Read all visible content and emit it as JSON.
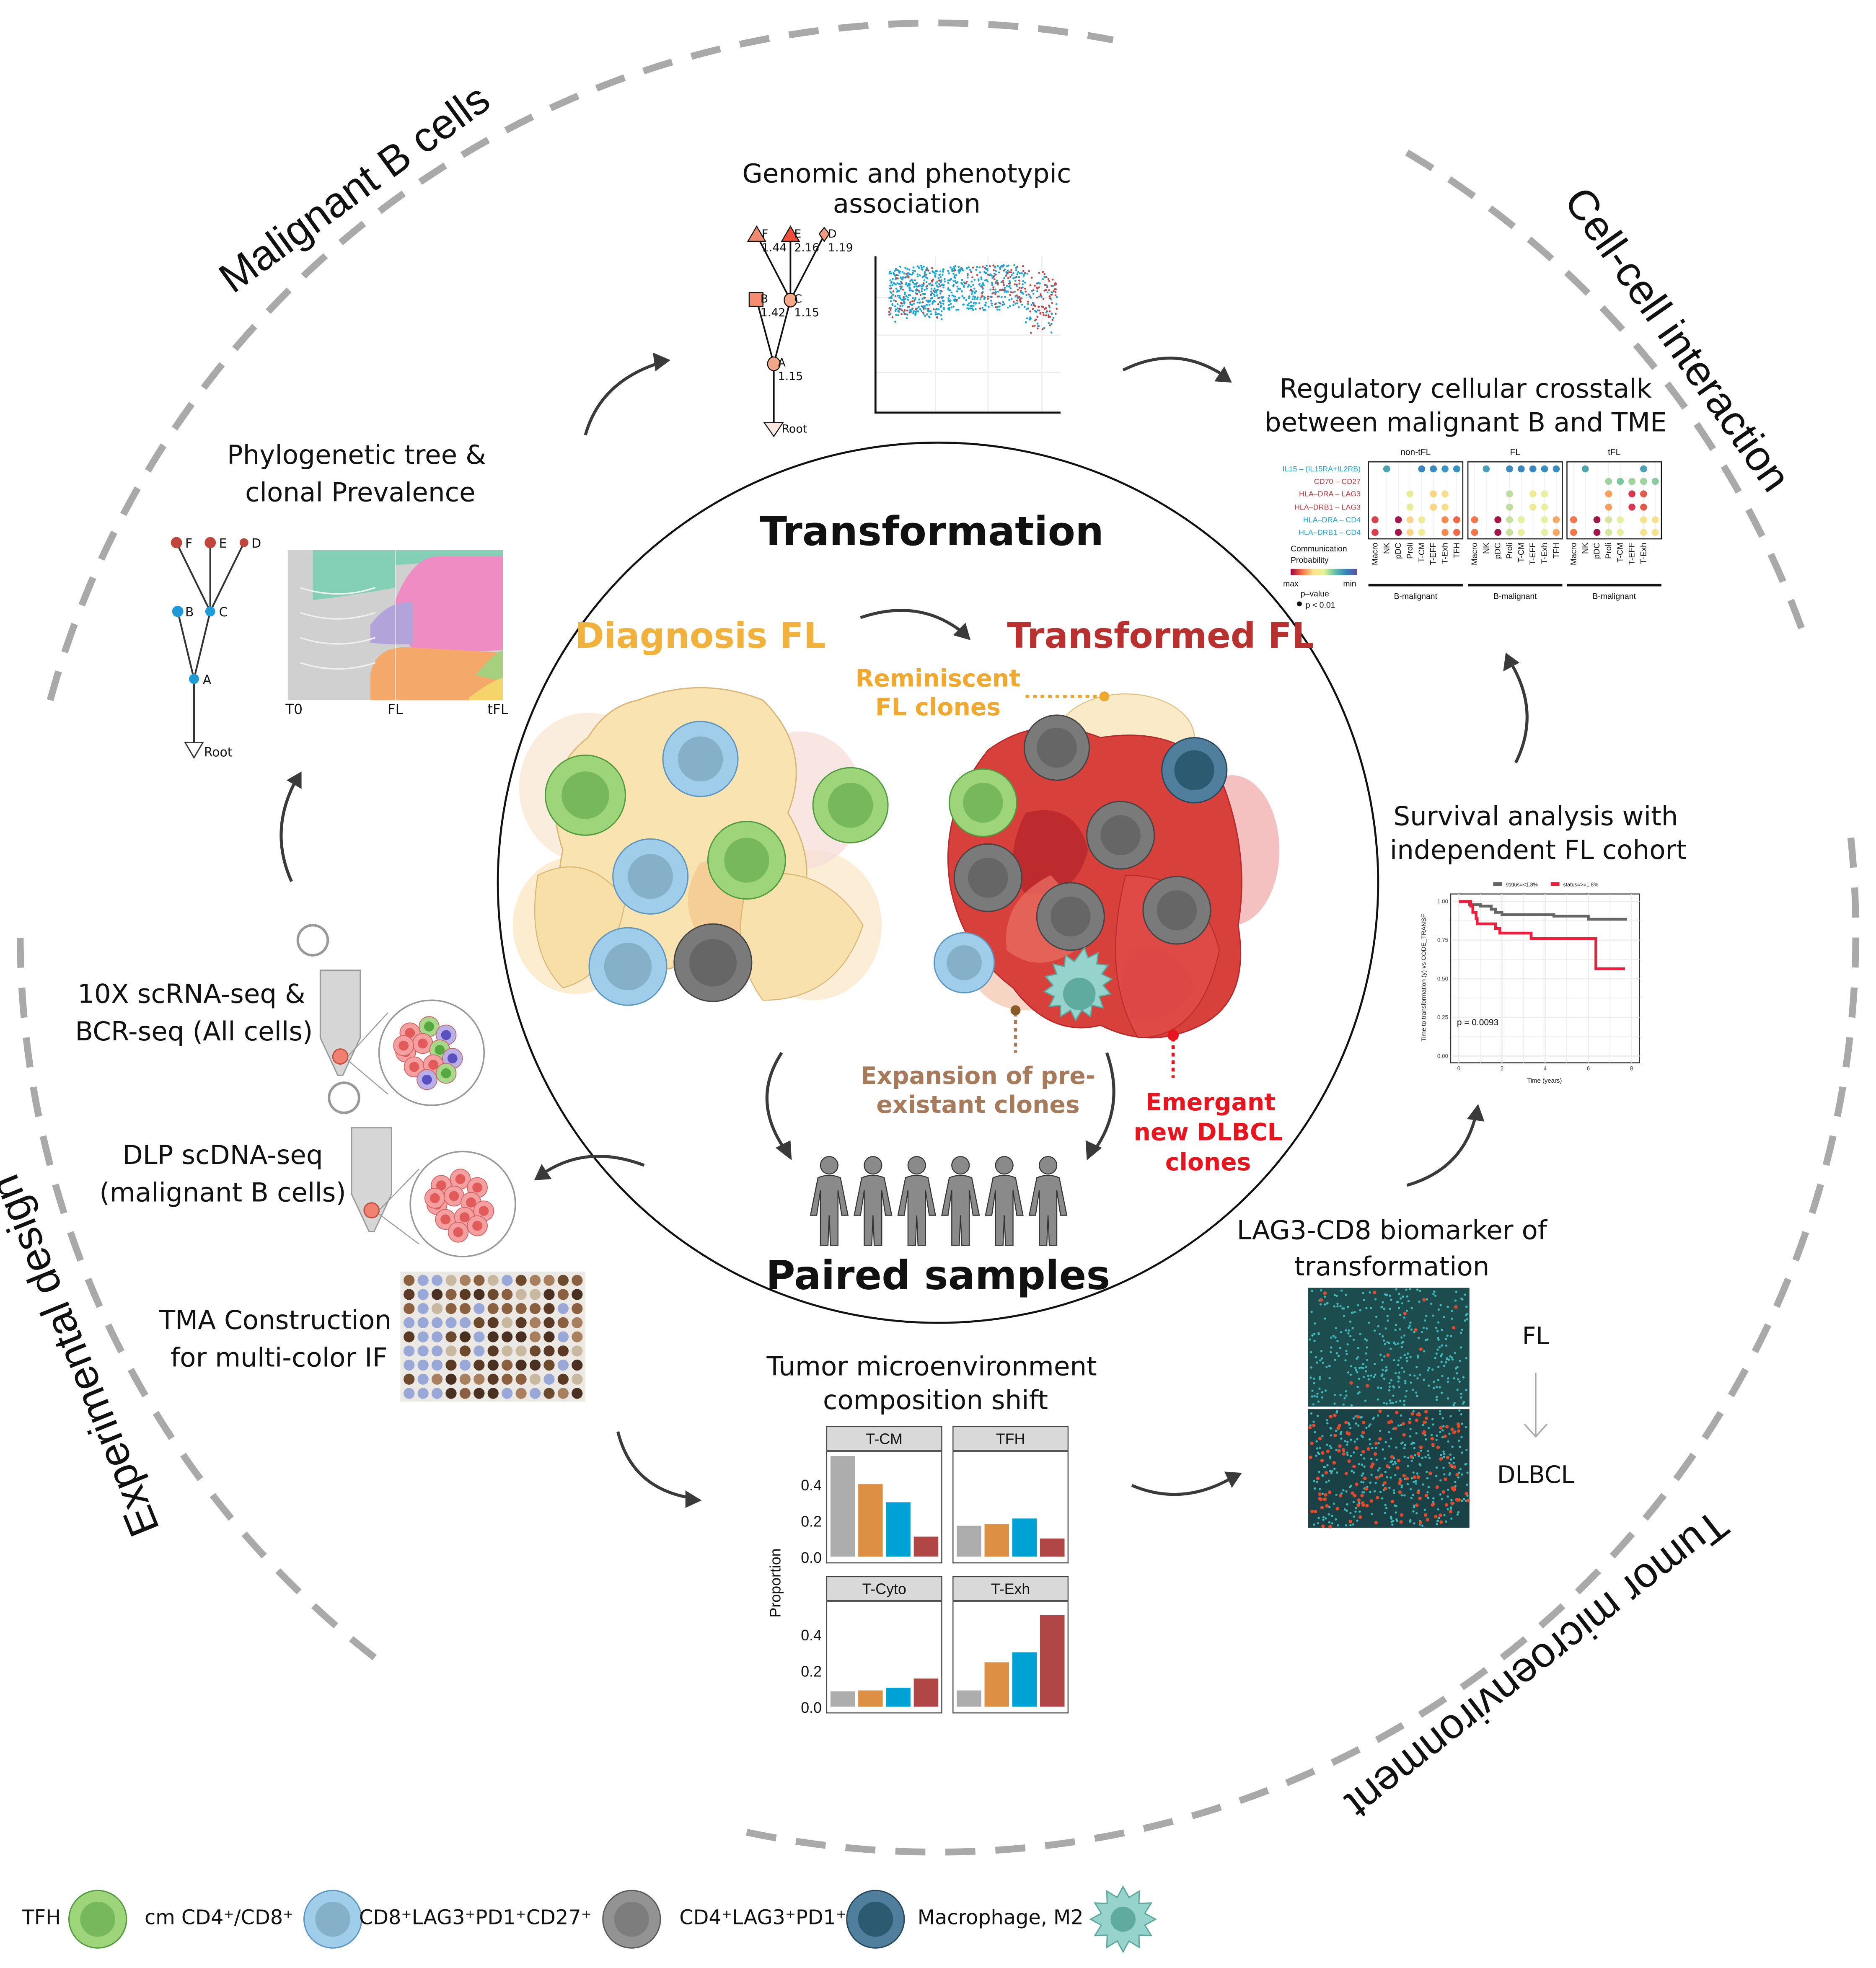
{
  "colors": {
    "diagnosis": "#f0b23c",
    "transformed": "#b8312f",
    "reminiscent": "#f0a92e",
    "expansion": "#a87a5c",
    "emergant": "#e8141e",
    "ring": "#a9a9a9"
  },
  "sections": {
    "malignant": "Malignant B cells",
    "cellcell": "Cell-cell interaction",
    "experimental": "Experimental design",
    "tme": "Tumor microenvironment"
  },
  "center": {
    "title": "Transformation",
    "diagnosis": "Diagnosis FL",
    "transformed": "Transformed FL",
    "reminiscent": [
      "Reminiscent",
      "FL clones"
    ],
    "expansion": [
      "Expansion of pre-",
      "existant clones"
    ],
    "emergant": [
      "Emergant",
      "new DLBCL",
      "clones"
    ],
    "paired": "Paired samples"
  },
  "phylo": {
    "title": [
      "Phylogenetic tree &",
      "clonal Prevalence"
    ],
    "nodes": [
      "F",
      "E",
      "D",
      "B",
      "C",
      "A",
      "Root"
    ],
    "timepoints": [
      "T0",
      "FL",
      "tFL"
    ]
  },
  "genomic": {
    "title": [
      "Genomic and phenotypic",
      "association"
    ],
    "nodes": [
      {
        "id": "F",
        "value": "1.44"
      },
      {
        "id": "E",
        "value": "2.16"
      },
      {
        "id": "D",
        "value": "1.19"
      },
      {
        "id": "B",
        "value": "1.42"
      },
      {
        "id": "C",
        "value": "1.15"
      },
      {
        "id": "A",
        "value": "1.15"
      },
      {
        "id": "Root",
        "value": ""
      }
    ]
  },
  "crosstalk": {
    "title": [
      "Regulatory cellular crosstalk",
      "between malignant B and TME"
    ],
    "panels": [
      {
        "name": "non-tFL",
        "group": "B-malignant",
        "columns": [
          "Macro",
          "NK",
          "pDC",
          "Proli",
          "T-CM",
          "T-EFF",
          "T-Exh",
          "TFH"
        ],
        "dots": [
          [
            null,
            "#4aa3b0",
            null,
            null,
            "#3a85c0",
            "#3a8cc0",
            "#3a96c0",
            "#3a90c0"
          ],
          [
            null,
            null,
            null,
            null,
            null,
            null,
            null,
            null
          ],
          [
            null,
            null,
            null,
            "#e8ec98",
            null,
            "#fdd582",
            "#f8e08a",
            null
          ],
          [
            null,
            null,
            null,
            "#e8ec98",
            null,
            "#fdd582",
            "#f8e08a",
            null
          ],
          [
            "#d8404e",
            null,
            "#a0174a",
            "#fdd58a",
            "#f0eb96",
            null,
            "#f58a50",
            "#f26a48"
          ],
          [
            "#d8404e",
            null,
            "#a0174a",
            "#fdd58a",
            "#f0eb96",
            null,
            "#f58a50",
            "#f26a48"
          ]
        ]
      },
      {
        "name": "FL",
        "group": "B-malignant",
        "columns": [
          "Macro",
          "NK",
          "pDC",
          "Proli",
          "T-CM",
          "T-EFF",
          "T-Exh",
          "TFH"
        ],
        "dots": [
          [
            null,
            "#4a9fbc",
            null,
            "#3a8cc0",
            "#3a85c0",
            "#3a85c0",
            "#3a8cc0",
            "#3a8cc0"
          ],
          [
            null,
            null,
            null,
            null,
            null,
            null,
            null,
            null
          ],
          [
            null,
            null,
            null,
            "#bedc9c",
            null,
            "#eeea96",
            "#e8ef9e",
            null
          ],
          [
            null,
            null,
            null,
            "#bedc9c",
            null,
            "#eeea96",
            "#e8ef9e",
            null
          ],
          [
            "#f4764a",
            null,
            "#a01848",
            "#c8e09e",
            "#e8ef9e",
            null,
            "#e6f0a0",
            "#fba766"
          ],
          [
            "#f4764a",
            null,
            "#a01848",
            "#c8e09e",
            "#e8ef9e",
            null,
            "#e6f0a0",
            "#fba766"
          ]
        ]
      },
      {
        "name": "tFL",
        "group": "B-malignant",
        "columns": [
          "Macro",
          "NK",
          "pDC",
          "Proli",
          "T-CM",
          "T-EFF",
          "T-Exh"
        ],
        "dots": [
          [
            null,
            "#4aa8a8",
            null,
            null,
            null,
            null,
            "#4aa0b8",
            null
          ],
          [
            null,
            null,
            null,
            "#9fd49e",
            "#78c8a0",
            "#a0d49a",
            "#9fd49e",
            "#88cca0"
          ],
          [
            null,
            null,
            null,
            "#f9a05a",
            null,
            "#d83850",
            "#e65848",
            null
          ],
          [
            null,
            null,
            null,
            "#f9a05a",
            null,
            "#d83850",
            "#e65848",
            null
          ],
          [
            "#f4764a",
            null,
            "#a01848",
            "#d7e69e",
            "#e8ef9e",
            null,
            "#f5e28c",
            "#f5e28c"
          ],
          [
            "#f4764a",
            null,
            "#a01848",
            "#d7e69e",
            "#e8ef9e",
            null,
            "#f5e28c",
            "#f5e28c"
          ]
        ]
      }
    ],
    "rows": [
      {
        "label": "IL15 – (IL15RA+IL2RB)",
        "color": "#1aa7d8"
      },
      {
        "label": "CD70 – CD27",
        "color": "#c0393b"
      },
      {
        "label": "HLA–DRA – LAG3",
        "color": "#c0393b"
      },
      {
        "label": "HLA–DRB1 – LAG3",
        "color": "#c0393b"
      },
      {
        "label": "HLA–DRA – CD4",
        "color": "#1aa7d8"
      },
      {
        "label": "HLA–DRB1 – CD4",
        "color": "#1aa7d8"
      }
    ],
    "legend": {
      "title": [
        "Communication",
        "Probability"
      ],
      "max": "max",
      "min": "min",
      "pvalue": "p–value",
      "pvalue_item": "p < 0.01"
    }
  },
  "survival": {
    "title": [
      "Survival analysis with",
      "independent FL cohort"
    ],
    "legend": [
      {
        "label": "status=<1.8%",
        "color": "#666666"
      },
      {
        "label": "status=>=1.8%",
        "color": "#ee1e3c"
      }
    ],
    "pvalue": "p = 0.0093",
    "xlabel": "Time (years)",
    "ylabel": "Time to transformation (y) vs CODE_TRANSF",
    "xticks": [
      "0",
      "2",
      "4",
      "6",
      "8"
    ],
    "yticks": [
      "0.00",
      "0.25",
      "0.50",
      "0.75",
      "1.00"
    ]
  },
  "lag3": {
    "title": [
      "LAG3-CD8 biomarker of",
      "transformation"
    ],
    "top_label": "FL",
    "bottom_label": "DLBCL"
  },
  "experimental": {
    "scrna": [
      "10X scRNA-seq &",
      "BCR-seq (All cells)"
    ],
    "dlp": [
      "DLP scDNA-seq",
      "(malignant B cells)"
    ],
    "tma": [
      "TMA Construction",
      "for multi-color IF"
    ]
  },
  "tme": {
    "title": [
      "Tumor microenvironment",
      "composition shift"
    ]
  },
  "chart_data": [
    {
      "type": "bar",
      "title": "",
      "ylabel": "Proportion",
      "ylim": [
        0,
        0.6
      ],
      "yticks": [
        "0.0",
        "0.2",
        "0.4"
      ],
      "series_colors": [
        "#adadad",
        "#dd8f44",
        "#00a1d5",
        "#b04746"
      ],
      "panels": [
        {
          "name": "T-CM",
          "values": [
            0.555,
            0.4,
            0.3,
            0.11
          ]
        },
        {
          "name": "TFH",
          "values": [
            0.17,
            0.18,
            0.21,
            0.1
          ]
        },
        {
          "name": "T-Cyto",
          "values": [
            0.085,
            0.09,
            0.105,
            0.155
          ]
        },
        {
          "name": "T-Exh",
          "values": [
            0.09,
            0.245,
            0.3,
            0.505
          ]
        }
      ]
    },
    {
      "type": "line",
      "title": "",
      "xlabel": "Time (years)",
      "ylabel": "Time to transformation (y) vs CODE_TRANSF",
      "xlim": [
        0,
        8
      ],
      "ylim": [
        0,
        1
      ],
      "grid": true,
      "legend": "top",
      "series": [
        {
          "name": "status=<1.8%",
          "x": [
            0,
            0.5,
            1,
            1.5,
            1.7,
            2,
            4.4,
            6,
            7.8
          ],
          "y": [
            1,
            0.98,
            0.97,
            0.95,
            0.93,
            0.915,
            0.905,
            0.885,
            0.885
          ]
        },
        {
          "name": "status=>=1.8%",
          "x": [
            0,
            0.55,
            0.65,
            0.8,
            0.85,
            1.7,
            1.9,
            3.35,
            6.35,
            7.7
          ],
          "y": [
            1,
            0.97,
            0.93,
            0.89,
            0.855,
            0.825,
            0.795,
            0.76,
            0.565,
            0.565
          ]
        }
      ]
    }
  ],
  "legend": [
    {
      "label": "TFH",
      "fill": "#9ed47a",
      "core": "#78b85c",
      "stroke": "#4f9a3c"
    },
    {
      "label": "cm CD4⁺/CD8⁺",
      "fill": "#9fcdea",
      "core": "#86b0c8",
      "stroke": "#5a96c0"
    },
    {
      "label": "CD8⁺LAG3⁺PD1⁺CD27⁺",
      "fill": "#939393",
      "core": "#7d7d7d",
      "stroke": "#5a5a5a"
    },
    {
      "label": "CD4⁺LAG3⁺PD1⁺",
      "fill": "#4f7f9c",
      "core": "#2c5a70",
      "stroke": "#28465a"
    },
    {
      "label": "Macrophage, M2",
      "fill": "#95d3cc",
      "core": "#5fab9f",
      "stroke": "#5aa89c"
    }
  ]
}
